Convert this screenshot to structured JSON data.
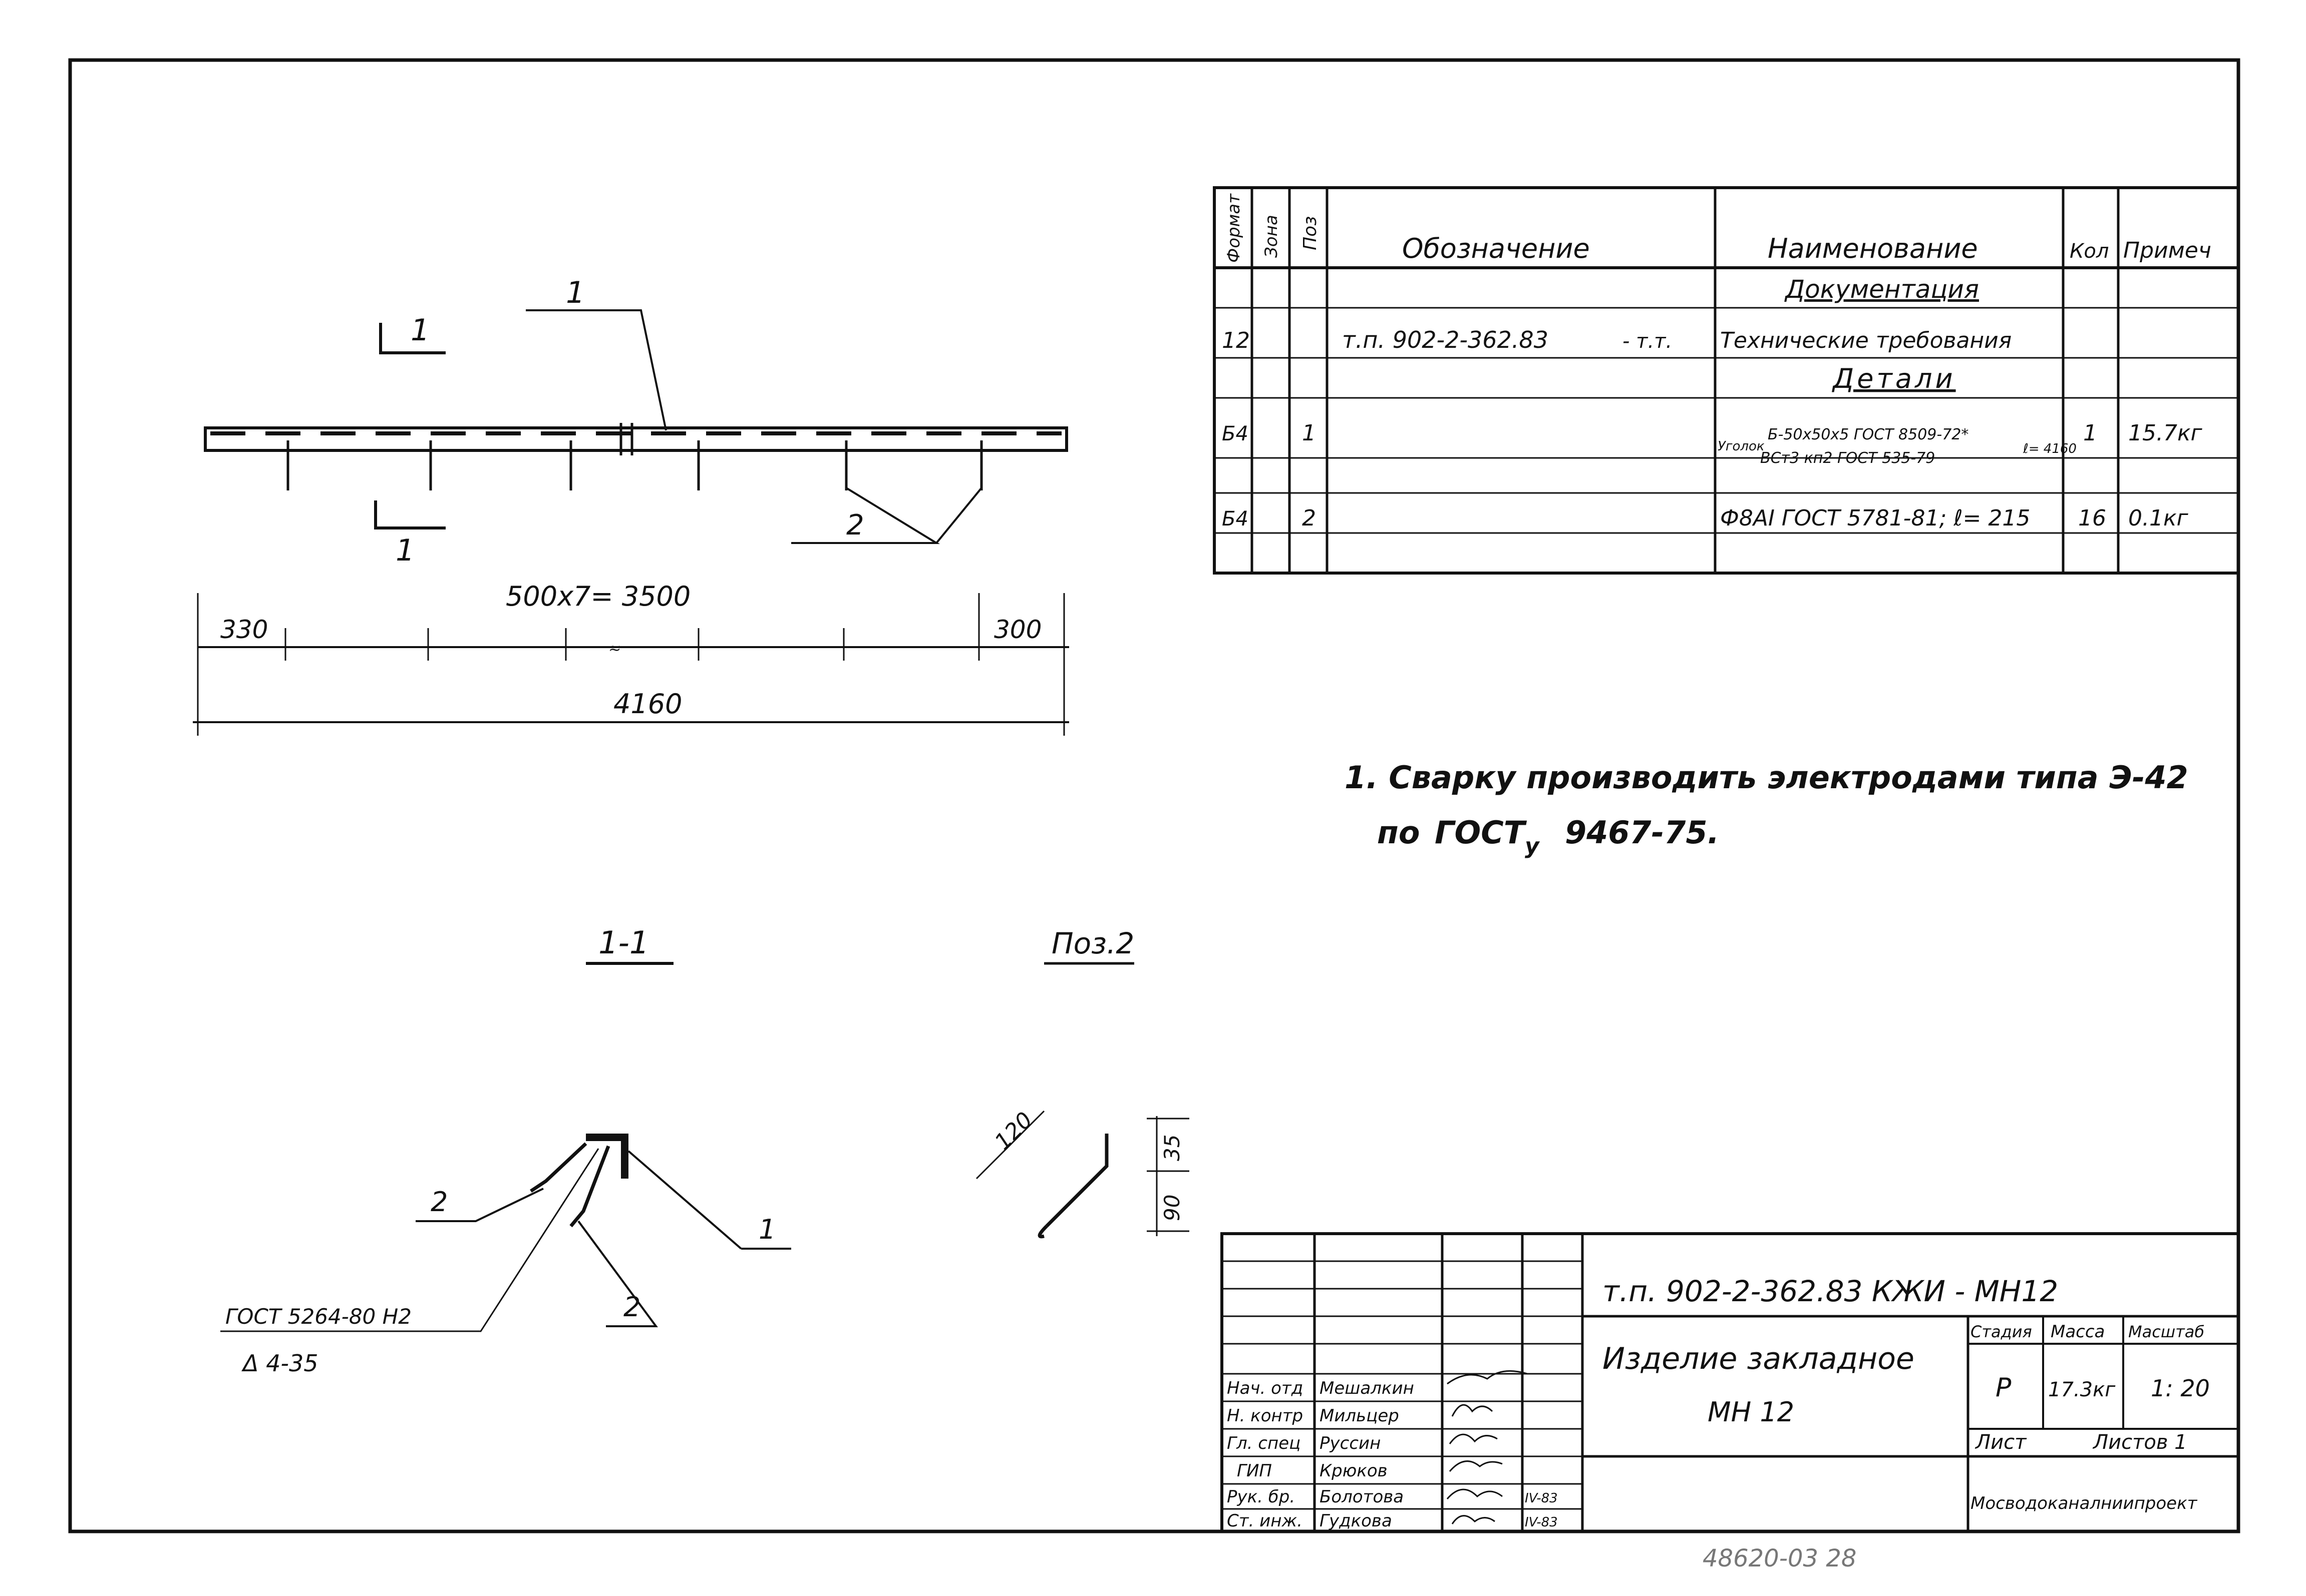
{
  "spec_table": {
    "headers": {
      "format": "Формат",
      "zone": "Зона",
      "pos": "Поз",
      "designation": "Обозначение",
      "name": "Наименование",
      "qty": "Кол",
      "note": "Примеч"
    },
    "section_docs": "Документация",
    "section_parts": "Детали",
    "rows": [
      {
        "format": "12",
        "pos": "",
        "designation": "т.п. 902-2-362.83",
        "designation_suffix": "- т.т.",
        "name": "Технические требования",
        "qty": "",
        "note": ""
      },
      {
        "format": "Б4",
        "pos": "1",
        "designation": "",
        "name_prefix": "Уголок",
        "name_top": "Б-50х50х5 ГОСТ 8509-72*",
        "name_bottom": "ВСт3 кп2 ГОСТ 535-79",
        "name_len": "ℓ= 4160",
        "qty": "1",
        "note": "15.7кг"
      },
      {
        "format": "Б4",
        "pos": "2",
        "designation": "",
        "name": "Ф8АI ГОСТ 5781-81; ℓ= 215",
        "qty": "16",
        "note": "0.1кг"
      }
    ]
  },
  "plan_view": {
    "callout_1": "1",
    "callout_2": "2",
    "section_mark_top": "1",
    "section_mark_bottom": "1",
    "dim_spacing": "500х7= 3500",
    "dim_left": "330",
    "dim_right": "300",
    "dim_total": "4160"
  },
  "notes": {
    "line1": "1.  Сварку  производить  электродами  типа  Э-42",
    "line2_a": "по",
    "line2_gost": "ГОСТ",
    "line2_sub": "у",
    "line2_b": "9467-75."
  },
  "section_view": {
    "title": "1-1",
    "callout_1": "1",
    "callout_2a": "2",
    "callout_2b": "2",
    "weld_gost": "ГОСТ 5264-80 Н2",
    "weld_symbol": "Δ 4-35"
  },
  "pos2_view": {
    "title": "Поз.2",
    "dim_120": "120",
    "dim_35": "35",
    "dim_90": "90"
  },
  "title_block": {
    "code": "т.п. 902-2-362.83  КЖИ - МН12",
    "product_name": "Изделие закладное",
    "product_mark": "МН 12",
    "stage_label": "Стадия",
    "mass_label": "Масса",
    "scale_label": "Масштаб",
    "stage": "Р",
    "mass": "17.3кг",
    "scale": "1: 20",
    "sheet_label": "Лист",
    "sheets_label": "Листов 1",
    "organization": "Мосводоканалниипроект",
    "staff": [
      {
        "role": "Нач. отд",
        "name": "Мешалкин",
        "date": ""
      },
      {
        "role": "Н. контр",
        "name": "Мильцер",
        "date": ""
      },
      {
        "role": "Гл. спец",
        "name": "Руссин",
        "date": ""
      },
      {
        "role": "ГИП",
        "name": "Крюков",
        "date": ""
      },
      {
        "role": "Рук. бр.",
        "name": "Болотова",
        "date": "IV-83"
      },
      {
        "role": "Ст. инж.",
        "name": "Гудкова",
        "date": "IV-83"
      }
    ]
  },
  "footer_stamp": "48620-03   28"
}
